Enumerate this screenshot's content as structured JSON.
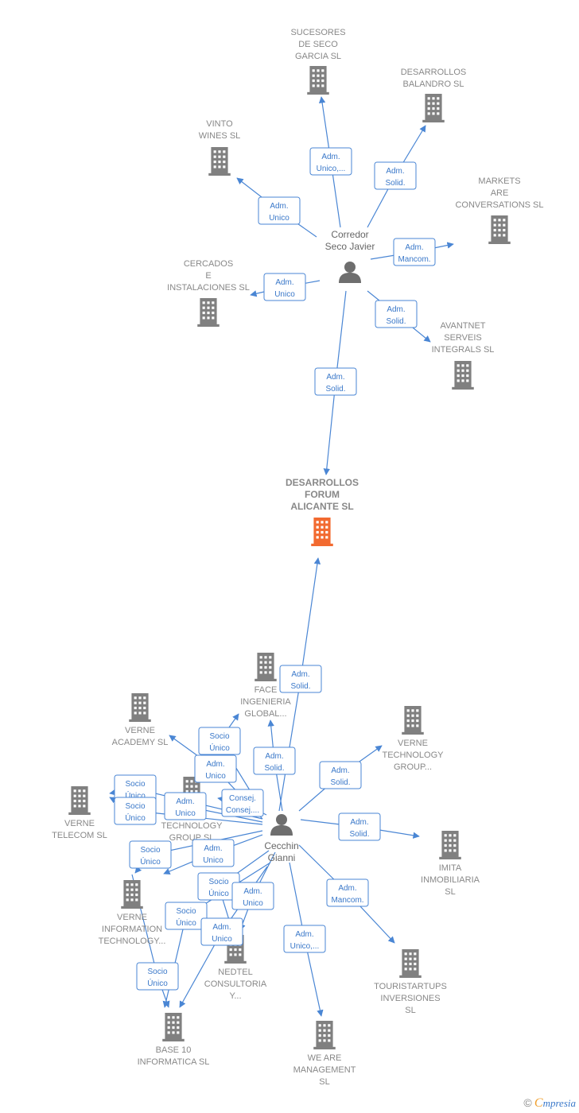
{
  "diagram": {
    "colors": {
      "edge": "#4a86d4",
      "company": "#808080",
      "highlight": "#f26a30",
      "person": "#6e6e6e"
    },
    "nodes": [
      {
        "id": "central",
        "type": "company",
        "highlight": true,
        "label": [
          "DESARROLLOS",
          "FORUM",
          "ALICANTE  SL"
        ]
      },
      {
        "id": "p_corredor",
        "type": "person",
        "label": [
          "Corredor",
          "Seco Javier"
        ]
      },
      {
        "id": "p_cecchin",
        "type": "person",
        "label": [
          "Cecchin",
          "Gianni"
        ]
      },
      {
        "id": "sucesores",
        "type": "company",
        "label": [
          "SUCESORES",
          "DE SECO",
          "GARCIA SL"
        ]
      },
      {
        "id": "balandro",
        "type": "company",
        "label": [
          "DESARROLLOS",
          "BALANDRO  SL"
        ]
      },
      {
        "id": "vinto",
        "type": "company",
        "label": [
          "VINTO",
          "WINES  SL"
        ]
      },
      {
        "id": "markets",
        "type": "company",
        "label": [
          "MARKETS",
          "ARE",
          "CONVERSATIONS SL"
        ]
      },
      {
        "id": "cercados",
        "type": "company",
        "label": [
          "CERCADOS",
          "E",
          "INSTALACIONES SL"
        ]
      },
      {
        "id": "avantnet",
        "type": "company",
        "label": [
          "AVANTNET",
          "SERVEIS",
          "INTEGRALS SL"
        ]
      },
      {
        "id": "face",
        "type": "company",
        "label": [
          "FACE",
          "INGENIERIA",
          "GLOBAL..."
        ]
      },
      {
        "id": "verne_academy",
        "type": "company",
        "label": [
          "VERNE",
          "ACADEMY  SL"
        ]
      },
      {
        "id": "verne_tech_group_r",
        "type": "company",
        "label": [
          "VERNE",
          "TECHNOLOGY",
          "GROUP..."
        ]
      },
      {
        "id": "verne_telecom",
        "type": "company",
        "label": [
          "VERNE",
          "TELECOM  SL"
        ]
      },
      {
        "id": "verne_tech_group_sl",
        "type": "company",
        "label": [
          "VERNE",
          "TECHNOLOGY",
          "GROUP  SL"
        ]
      },
      {
        "id": "imita",
        "type": "company",
        "label": [
          "IMITA",
          "INMOBILIARIA",
          "SL"
        ]
      },
      {
        "id": "verne_info",
        "type": "company",
        "label": [
          "VERNE",
          "INFORMATION",
          "TECHNOLOGY..."
        ]
      },
      {
        "id": "nedtel",
        "type": "company",
        "label": [
          "NEDTEL",
          "CONSULTORIA",
          "Y..."
        ]
      },
      {
        "id": "touristartups",
        "type": "company",
        "label": [
          "TOURISTARTUPS",
          "INVERSIONES",
          "SL"
        ]
      },
      {
        "id": "base10",
        "type": "company",
        "label": [
          "BASE 10",
          "INFORMATICA SL"
        ]
      },
      {
        "id": "weare",
        "type": "company",
        "label": [
          "WE ARE",
          "MANAGEMENT",
          "SL"
        ]
      }
    ],
    "edges": [
      {
        "from": "p_corredor",
        "to": "sucesores",
        "label": [
          "Adm.",
          "Unico,..."
        ]
      },
      {
        "from": "p_corredor",
        "to": "balandro",
        "label": [
          "Adm.",
          "Solid."
        ]
      },
      {
        "from": "p_corredor",
        "to": "vinto",
        "label": [
          "Adm.",
          "Unico"
        ]
      },
      {
        "from": "p_corredor",
        "to": "markets",
        "label": [
          "Adm.",
          "Mancom."
        ]
      },
      {
        "from": "p_corredor",
        "to": "cercados",
        "label": [
          "Adm.",
          "Unico"
        ]
      },
      {
        "from": "p_corredor",
        "to": "avantnet",
        "label": [
          "Adm.",
          "Solid."
        ]
      },
      {
        "from": "p_corredor",
        "to": "central",
        "label": [
          "Adm.",
          "Solid."
        ]
      },
      {
        "from": "p_cecchin",
        "to": "central",
        "label": [
          "Adm.",
          "Solid."
        ]
      },
      {
        "from": "p_cecchin",
        "to": "face",
        "label": [
          "Socio",
          "Único"
        ]
      },
      {
        "from": "p_cecchin",
        "to": "face",
        "label": [
          "Adm.",
          "Solid."
        ]
      },
      {
        "from": "p_cecchin",
        "to": "verne_academy",
        "label": [
          "Adm.",
          "Unico"
        ]
      },
      {
        "from": "p_cecchin",
        "to": "verne_tech_group_r",
        "label": [
          "Adm.",
          "Solid."
        ]
      },
      {
        "from": "p_cecchin",
        "to": "verne_telecom",
        "label": [
          "Socio",
          "Único"
        ]
      },
      {
        "from": "p_cecchin",
        "to": "verne_telecom",
        "label": [
          "Socio",
          "Único"
        ]
      },
      {
        "from": "p_cecchin",
        "to": "verne_tech_group_sl",
        "label": [
          "Adm.",
          "Unico"
        ]
      },
      {
        "from": "p_cecchin",
        "to": "verne_tech_group_sl",
        "label": [
          "Consej.",
          "Consej...."
        ]
      },
      {
        "from": "p_cecchin",
        "to": "imita",
        "label": [
          "Adm.",
          "Solid."
        ]
      },
      {
        "from": "p_cecchin",
        "to": "verne_info",
        "label": [
          "Socio",
          "Único"
        ]
      },
      {
        "from": "p_cecchin",
        "to": "verne_info",
        "label": [
          "Adm.",
          "Unico"
        ]
      },
      {
        "from": "p_cecchin",
        "to": "nedtel",
        "label": [
          "Socio",
          "Único"
        ]
      },
      {
        "from": "p_cecchin",
        "to": "nedtel",
        "label": [
          "Adm.",
          "Unico"
        ]
      },
      {
        "from": "p_cecchin",
        "to": "base10",
        "label": [
          "Socio",
          "Único"
        ]
      },
      {
        "from": "p_cecchin",
        "to": "base10",
        "label": [
          "Adm.",
          "Unico"
        ]
      },
      {
        "from": "p_cecchin",
        "to": "base10",
        "label": [
          "Socio",
          "Único"
        ]
      },
      {
        "from": "p_cecchin",
        "to": "touristartups",
        "label": [
          "Adm.",
          "Mancom."
        ]
      },
      {
        "from": "p_cecchin",
        "to": "weare",
        "label": [
          "Adm.",
          "Unico,..."
        ]
      }
    ]
  },
  "footer": {
    "copyright": "©",
    "brand_initial": "C",
    "brand_rest": "mpresia"
  }
}
